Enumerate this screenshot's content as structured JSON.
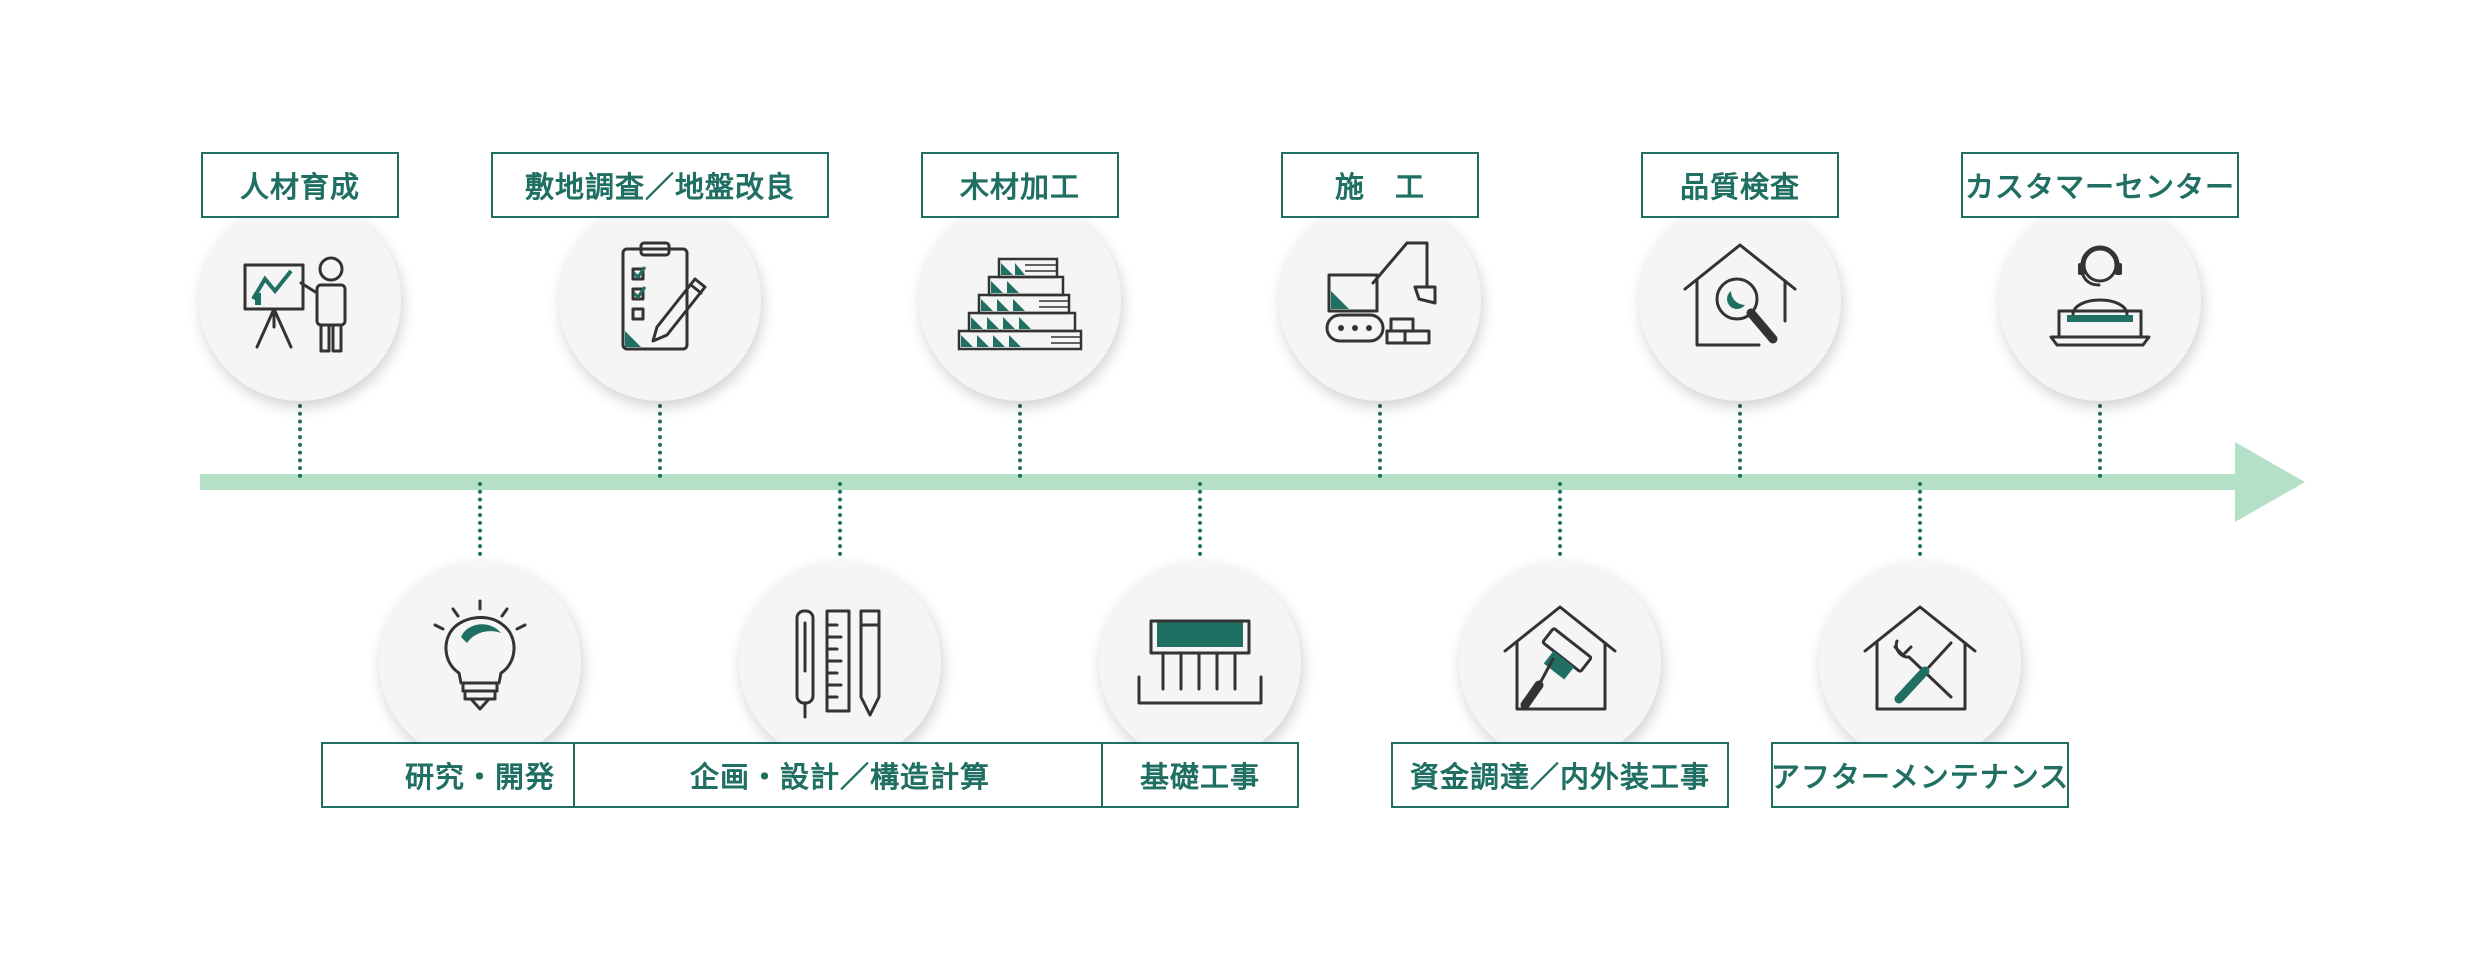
{
  "colors": {
    "accent": "#1f6f62",
    "timeline": "#b5e0c8",
    "circle": "#f5f5f5",
    "outline": "#333333"
  },
  "steps": [
    {
      "label": "人材育成",
      "icon": "presentation-icon",
      "row": "top"
    },
    {
      "label": "研究・開発",
      "icon": "lightbulb-icon",
      "row": "bottom"
    },
    {
      "label": "敷地調査／地盤改良",
      "icon": "checklist-pen-icon",
      "row": "top"
    },
    {
      "label": "企画・設計／構造計算",
      "icon": "drafting-tools-icon",
      "row": "bottom"
    },
    {
      "label": "木材加工",
      "icon": "lumber-stack-icon",
      "row": "top"
    },
    {
      "label": "基礎工事",
      "icon": "foundation-icon",
      "row": "bottom"
    },
    {
      "label": "施　工",
      "icon": "excavator-icon",
      "row": "top"
    },
    {
      "label": "資金調達／内外装工事",
      "icon": "house-roller-icon",
      "row": "bottom"
    },
    {
      "label": "品質検査",
      "icon": "house-inspection-icon",
      "row": "top"
    },
    {
      "label": "アフターメンテナンス",
      "icon": "house-tools-icon",
      "row": "bottom"
    },
    {
      "label": "カスタマーセンター",
      "icon": "operator-icon",
      "row": "top"
    }
  ]
}
